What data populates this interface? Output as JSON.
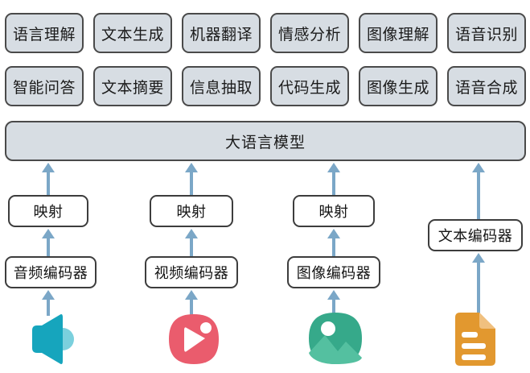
{
  "diagram": {
    "title_box": {
      "label": "大语言模型",
      "fill": "#d7dde3",
      "stroke": "#4a4a4a"
    },
    "tasks_row1": [
      {
        "label": "语言理解"
      },
      {
        "label": "文本生成"
      },
      {
        "label": "机器翻译"
      },
      {
        "label": "情感分析"
      },
      {
        "label": "图像理解"
      },
      {
        "label": "语音识别"
      }
    ],
    "tasks_row2": [
      {
        "label": "智能问答"
      },
      {
        "label": "文本摘要"
      },
      {
        "label": "信息抽取"
      },
      {
        "label": "代码生成"
      },
      {
        "label": "图像生成"
      },
      {
        "label": "语音合成"
      }
    ],
    "mappings": [
      {
        "label": "映射"
      },
      {
        "label": "映射"
      },
      {
        "label": "映射"
      }
    ],
    "encoders": [
      {
        "label": "音频编码器",
        "icon": "audio-speaker-icon",
        "icon_color": "#16a5bd"
      },
      {
        "label": "视频编码器",
        "icon": "video-play-icon",
        "icon_color": "#ea5c6d"
      },
      {
        "label": "图像编码器",
        "icon": "image-picture-icon",
        "icon_color": "#36a98a"
      },
      {
        "label": "文本编码器",
        "icon": "document-text-icon",
        "icon_color": "#e2982f"
      }
    ],
    "arrow_color": "#7ba7c7",
    "box_fill": "#ffffff",
    "box_stroke": "#3d3d3d"
  }
}
